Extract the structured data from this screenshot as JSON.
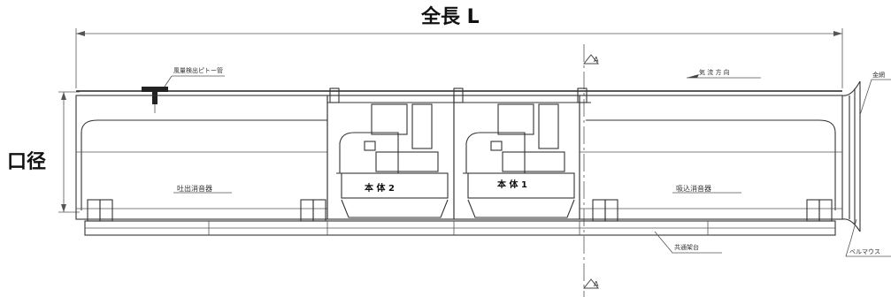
{
  "dimensions": {
    "overall_length": "全長 L",
    "bore": "口径"
  },
  "labels": {
    "pitot_tube": "風量検出ピトー管",
    "airflow_direction": "気 流 方 向",
    "outlet_silencer": "吐出消音器",
    "body_2": "本 体 2",
    "body_1": "本 体 1",
    "inlet_silencer": "吸込消音器",
    "common_base": "共通架台",
    "bellmouth": "ベルマウス",
    "wire_mesh": "金網"
  },
  "section_marks": [
    "A",
    "A"
  ]
}
